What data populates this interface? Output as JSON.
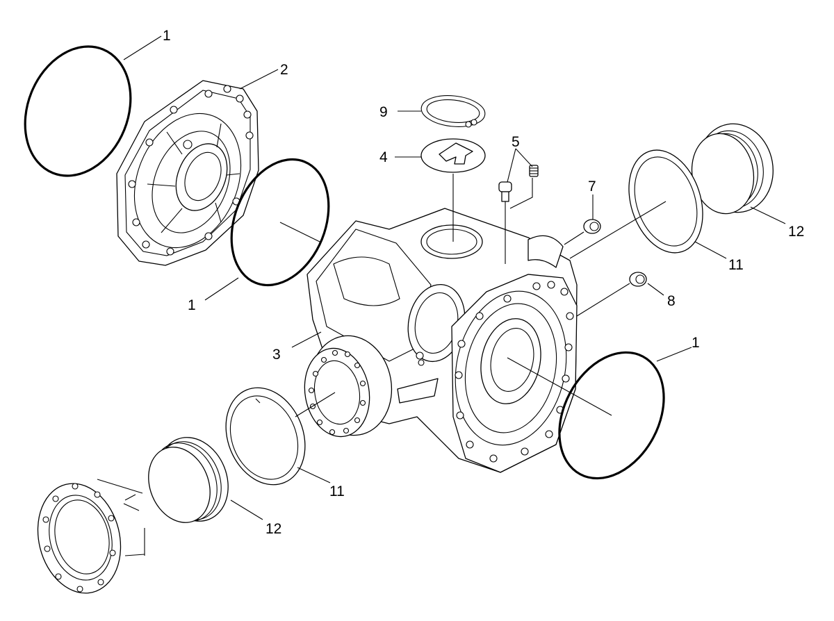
{
  "callouts": [
    {
      "id": "1a",
      "text": "1"
    },
    {
      "id": "2",
      "text": "2"
    },
    {
      "id": "9",
      "text": "9"
    },
    {
      "id": "4",
      "text": "4"
    },
    {
      "id": "5",
      "text": "5"
    },
    {
      "id": "7",
      "text": "7"
    },
    {
      "id": "12a",
      "text": "12"
    },
    {
      "id": "11a",
      "text": "11"
    },
    {
      "id": "8",
      "text": "8"
    },
    {
      "id": "1b",
      "text": "1"
    },
    {
      "id": "3",
      "text": "3"
    },
    {
      "id": "1c",
      "text": "1"
    },
    {
      "id": "11b",
      "text": "11"
    },
    {
      "id": "12b",
      "text": "12"
    }
  ]
}
